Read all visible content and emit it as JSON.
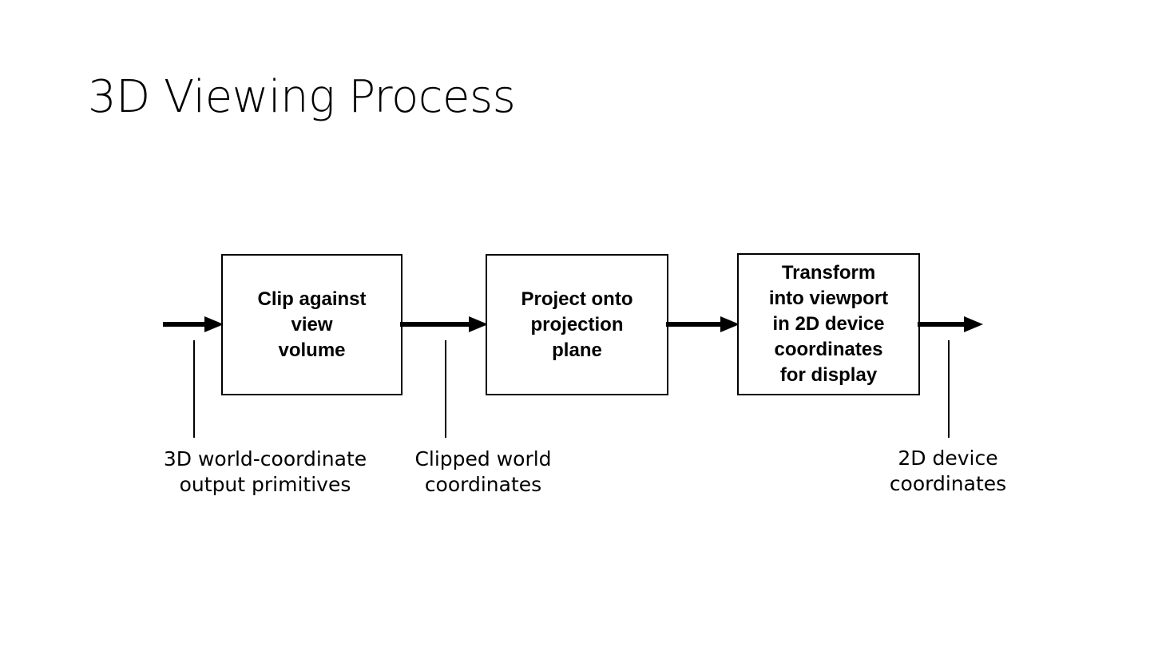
{
  "slide": {
    "title": "3D Viewing Process",
    "background_color": "#ffffff",
    "ink_color": "#000000"
  },
  "flow": {
    "boxes": [
      {
        "id": "clip",
        "label": "Clip against\nview\nvolume",
        "lines": [
          "Clip against",
          "view",
          "volume"
        ]
      },
      {
        "id": "project",
        "label": "Project onto\nprojection\nplane",
        "lines": [
          "Project onto",
          "projection",
          "plane"
        ]
      },
      {
        "id": "transform",
        "label": "Transform\ninto viewport\nin 2D device\ncoordinates\nfor display",
        "lines": [
          "Transform",
          "into viewport",
          "in 2D device",
          "coordinates",
          "for display"
        ]
      }
    ],
    "arrows": [
      {
        "id": "arrow-in",
        "direction": "right"
      },
      {
        "id": "arrow-clip-proj",
        "direction": "right"
      },
      {
        "id": "arrow-proj-xfm",
        "direction": "right"
      },
      {
        "id": "arrow-out",
        "direction": "right"
      }
    ]
  },
  "captions": [
    {
      "id": "world",
      "label": "3D world-coordinate\noutput primitives",
      "lines": [
        "3D world-coordinate",
        "output primitives"
      ]
    },
    {
      "id": "clipped",
      "label": "Clipped world\ncoordinates",
      "lines": [
        "Clipped world",
        "coordinates"
      ]
    },
    {
      "id": "device",
      "label": "2D device\ncoordinates",
      "lines": [
        "2D device",
        "coordinates"
      ]
    }
  ]
}
